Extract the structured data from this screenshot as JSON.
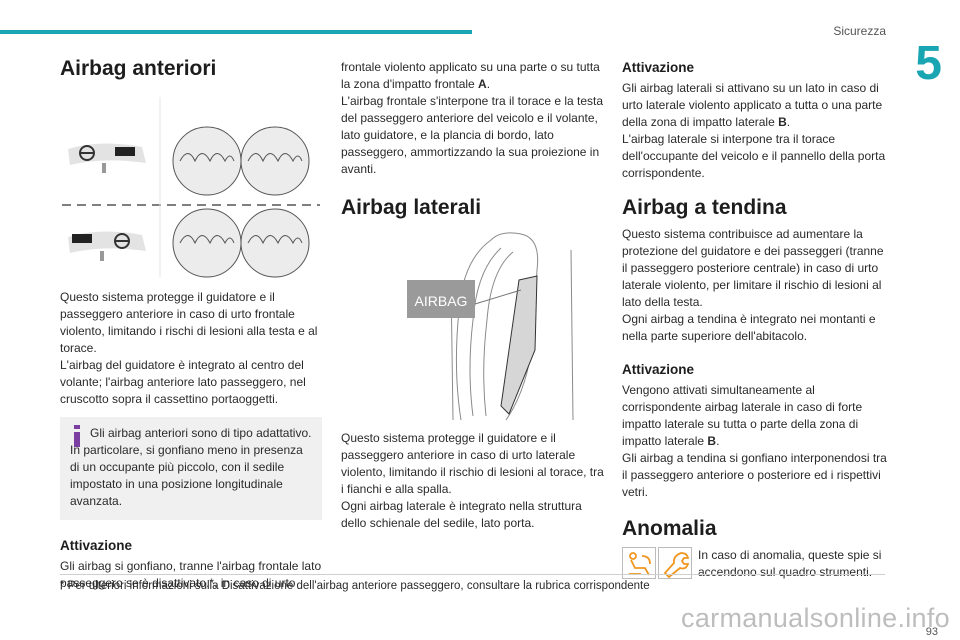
{
  "header": {
    "section": "Sicurezza",
    "chapter": "5"
  },
  "col1": {
    "title": "Airbag anteriori",
    "description": "Questo sistema protegge il guidatore e il passeggero anteriore in caso di urto frontale violento, limitando i rischi di lesioni alla testa e al torace.",
    "description2": "L'airbag del guidatore è integrato al centro del volante; l'airbag anteriore lato passeggero, nel cruscotto sopra il cassettino portaoggetti.",
    "info": "Gli airbag anteriori sono di tipo adattativo. In particolare, si gonfiano meno in presenza di un occupante più piccolo, con il sedile impostato in una posizione longitudinale avanzata.",
    "activation_title": "Attivazione",
    "activation_text": "Gli airbag si gonfiano, tranne l'airbag frontale lato passeggero se è disattivato.*, in caso di urto"
  },
  "col2": {
    "continued_text_1": "frontale violento applicato su una parte o su tutta la zona d'impatto frontale ",
    "zone_a": "A",
    "continued_text_2": ".",
    "continued_text_3": "L'airbag frontale s'interpone tra il torace e la testa del passeggero anteriore del veicolo e il volante, lato guidatore, e la plancia di bordo, lato passeggero, ammortizzando la sua proiezione in avanti.",
    "side_title": "Airbag laterali",
    "airbag_label": "AIRBAG",
    "side_description": "Questo sistema protegge il guidatore e il passeggero anteriore in caso di urto laterale violento, limitando il rischio di lesioni al torace, tra i fianchi e alla spalla.",
    "side_description2": "Ogni airbag laterale è integrato nella struttura dello schienale del sedile, lato porta."
  },
  "col3": {
    "activation_title": "Attivazione",
    "activation_text_1": "Gli airbag laterali si attivano su un lato in caso di urto laterale violento applicato a tutta o una parte della zona di impatto laterale ",
    "zone_b": "B",
    "activation_text_2": ".",
    "activation_text_3": "L'airbag laterale si interpone tra il torace dell'occupante del veicolo e il pannello della porta corrispondente.",
    "curtain_title": "Airbag a tendina",
    "curtain_text": "Questo sistema contribuisce ad aumentare la protezione del guidatore e dei passeggeri (tranne il passeggero posteriore centrale) in caso di urto laterale violento, per limitare il rischio di lesioni al lato della testa.",
    "curtain_text2": "Ogni airbag a tendina è integrato nei montanti e nella parte superiore dell'abitacolo.",
    "curtain_activation_title": "Attivazione",
    "curtain_activation_text_1": "Vengono attivati simultaneamente al corrispondente airbag laterale in caso di forte impatto laterale su tutta o parte della zona di impatto laterale ",
    "curtain_activation_text_2": ".",
    "curtain_activation_text_3": "Gli airbag a tendina si gonfiano interponendosi tra il passeggero anteriore o posteriore ed i rispettivi vetri.",
    "anomaly_title": "Anomalia",
    "anomaly_text": "In caso di anomalia, queste spie si accendono sul quadro strumenti."
  },
  "footer": {
    "footnote": "* Per ulteriori informazioni sulla Disattivazione dell'airbag anteriore passeggero, consultare la rubrica corrispondente",
    "page": "93",
    "watermark": "carmanualsonline.info"
  },
  "icons": [
    "info-icon",
    "airbag-warning-icon",
    "service-wrench-icon",
    "steering-wheel-icon",
    "dashboard-icon",
    "seatbelt-icon"
  ],
  "colors": {
    "accent": "#1aa5b3",
    "icon_orange": "#f0961e",
    "info_purple": "#7a3fa0"
  }
}
